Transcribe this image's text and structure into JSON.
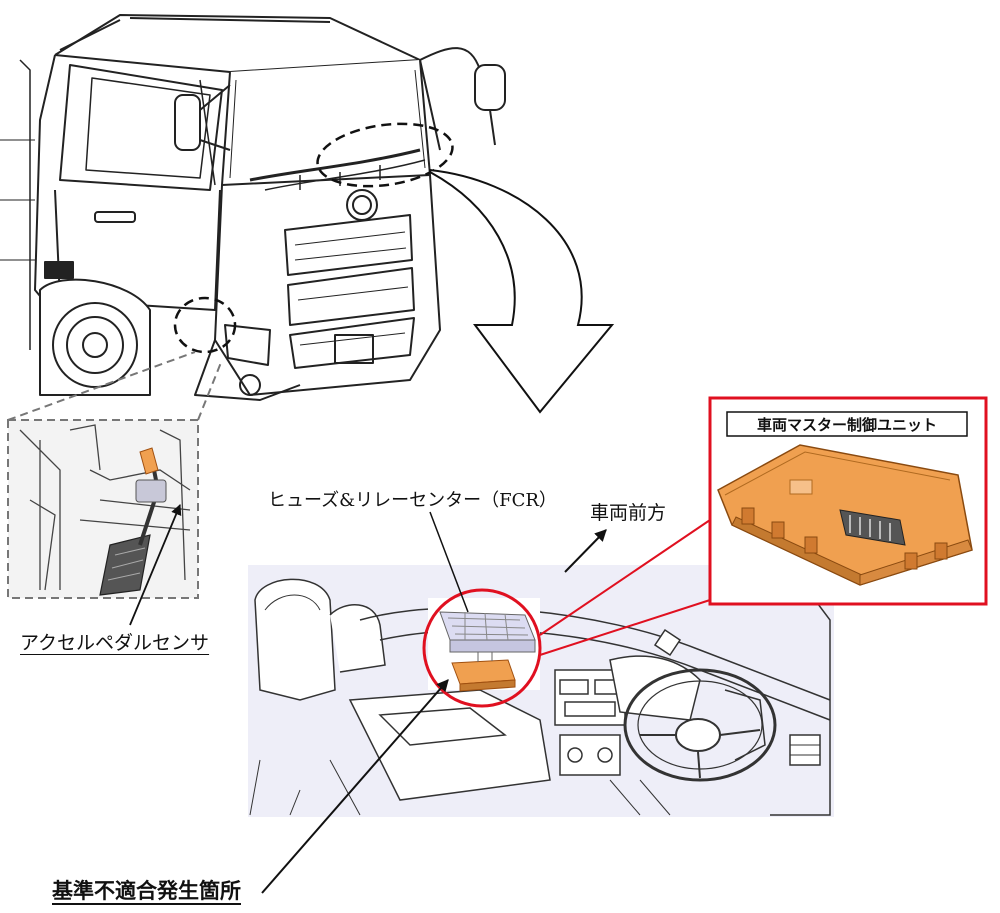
{
  "labels": {
    "fcr": "ヒューズ&リレーセンター（FCR）",
    "vehicle_front": "車両前方",
    "accel_sensor": "アクセルペダルセンサ",
    "nonconformity": "基準不適合発生箇所",
    "master_unit": "車両マスター制御ユニット"
  },
  "colors": {
    "unit_orange": "#f0a050",
    "highlight_red": "#e01020",
    "interior_tint": "#eeeef8",
    "line_dark": "#222222"
  }
}
